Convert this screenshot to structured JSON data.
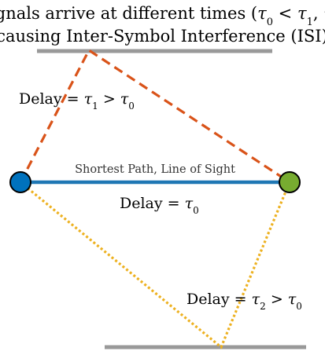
{
  "title": {
    "line1_prefix": "Signals arrive at different times (",
    "line1_math": "τ",
    "line2": "causing Inter-Symbol Interference (ISI)"
  },
  "paths": {
    "direct": {
      "caption": "Shortest Path, Line of Sight",
      "delay_text": "Delay = ",
      "tau": "τ",
      "sub": "0",
      "color": "#1f77b4"
    },
    "reflected_top": {
      "delay_text": "Delay = ",
      "tau": "τ",
      "sub": "1",
      "cmp": " > ",
      "tau_ref": "τ",
      "sub_ref": "0",
      "color": "#d95319"
    },
    "reflected_bottom": {
      "delay_text": "Delay = ",
      "tau": "τ",
      "sub": "2",
      "cmp": " > ",
      "tau_ref": "τ",
      "sub_ref": "0",
      "color": "#edb120"
    }
  },
  "nodes": {
    "transmitter_color": "#0072bd",
    "receiver_color": "#77ac30"
  },
  "reflectors_color": "#999999"
}
